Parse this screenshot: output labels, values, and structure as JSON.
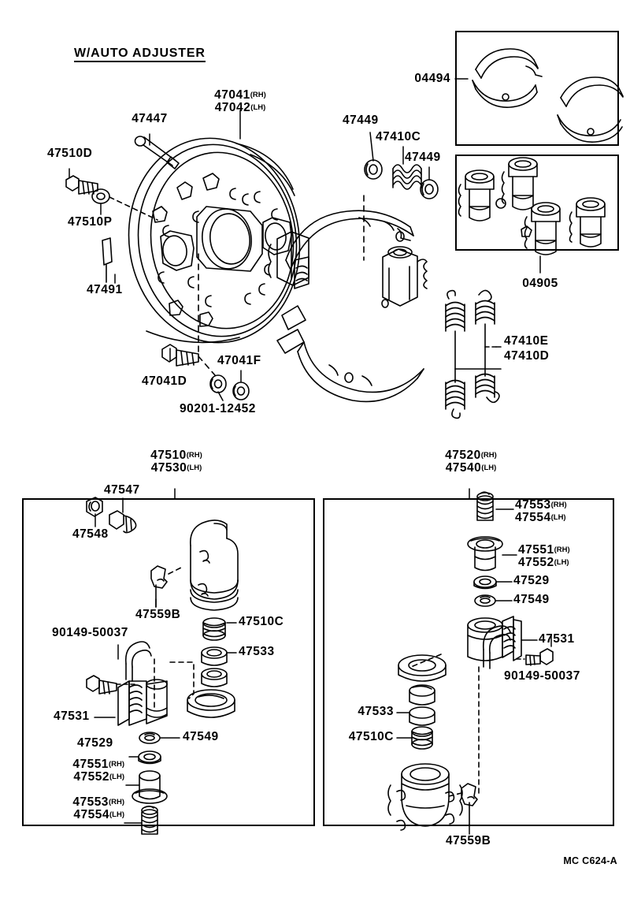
{
  "diagram": {
    "title": "W/AUTO ADJUSTER",
    "footer_code": "MC C624-A",
    "ink": "#000000",
    "paper": "#ffffff"
  },
  "top_section": {
    "labels": [
      {
        "id": "backing-plate",
        "text": "47041",
        "suffix": "(RH)",
        "text2": "47042",
        "suffix2": "(LH)"
      },
      {
        "id": "bolt-upper",
        "text": "47447"
      },
      {
        "id": "screw-47510d",
        "text": "47510D"
      },
      {
        "id": "plug-47510p",
        "text": "47510P"
      },
      {
        "id": "pin-47491",
        "text": "47491"
      },
      {
        "id": "bolt-47041d",
        "text": "47041D"
      },
      {
        "id": "nut-47041f",
        "text": "47041F"
      },
      {
        "id": "nut-90201",
        "text": "90201-12452"
      },
      {
        "id": "cup-47449-left",
        "text": "47449"
      },
      {
        "id": "spring-47410c",
        "text": "47410C"
      },
      {
        "id": "cup-47449-right",
        "text": "47449"
      },
      {
        "id": "spring-47410e",
        "text": "47410E"
      },
      {
        "id": "spring-47410d",
        "text": "47410D"
      }
    ],
    "box_shoe_kit": {
      "code": "04494"
    },
    "box_cylinder_kit": {
      "code": "04905"
    }
  },
  "panel_left": {
    "header": {
      "text": "47510",
      "suffix": "(RH)",
      "text2": "47530",
      "suffix2": "(LH)"
    },
    "labels": [
      {
        "id": "bleeder-cap-47548",
        "text": "47548"
      },
      {
        "id": "bleeder-screw-47547",
        "text": "47547"
      },
      {
        "id": "clip-47559b",
        "text": "47559B"
      },
      {
        "id": "boot-47510c",
        "text": "47510C"
      },
      {
        "id": "cup-47533",
        "text": "47533"
      },
      {
        "id": "spring-90149",
        "text": "90149-50037"
      },
      {
        "id": "piston-47531",
        "text": "47531"
      },
      {
        "id": "washer-47549",
        "text": "47549"
      },
      {
        "id": "ring-47529",
        "text": "47529"
      },
      {
        "id": "adjuster-47551",
        "text": "47551",
        "suffix": "(RH)",
        "text2": "47552",
        "suffix2": "(LH)"
      },
      {
        "id": "bolt-47553",
        "text": "47553",
        "suffix": "(RH)",
        "text2": "47554",
        "suffix2": "(LH)"
      }
    ]
  },
  "panel_right": {
    "header": {
      "text": "47520",
      "suffix": "(RH)",
      "text2": "47540",
      "suffix2": "(LH)"
    },
    "labels": [
      {
        "id": "bolt-47553",
        "text": "47553",
        "suffix": "(RH)",
        "text2": "47554",
        "suffix2": "(LH)"
      },
      {
        "id": "adjuster-47551",
        "text": "47551",
        "suffix": "(RH)",
        "text2": "47552",
        "suffix2": "(LH)"
      },
      {
        "id": "ring-47529",
        "text": "47529"
      },
      {
        "id": "washer-47549",
        "text": "47549"
      },
      {
        "id": "piston-47531",
        "text": "47531"
      },
      {
        "id": "spring-90149",
        "text": "90149-50037"
      },
      {
        "id": "cup-47533",
        "text": "47533"
      },
      {
        "id": "boot-47510c",
        "text": "47510C"
      },
      {
        "id": "clip-47559b",
        "text": "47559B"
      }
    ]
  }
}
